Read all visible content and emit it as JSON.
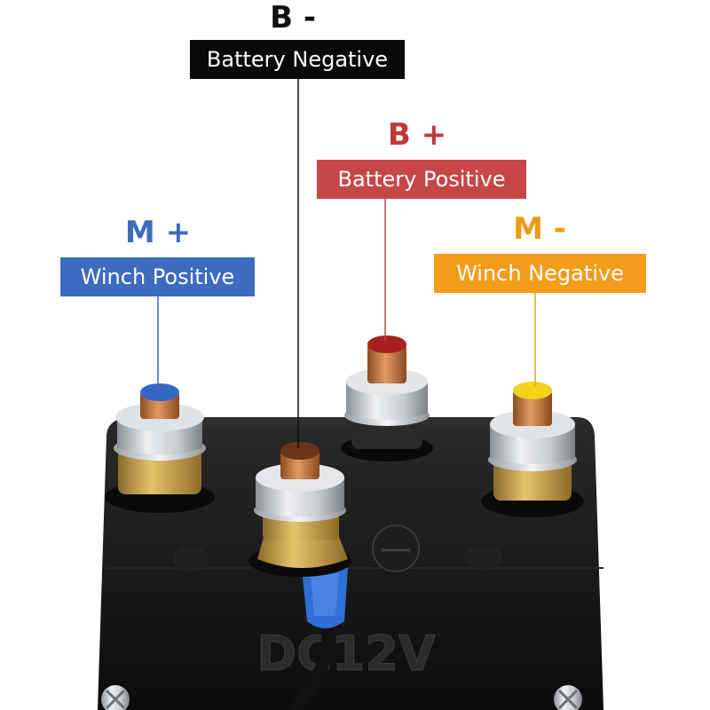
{
  "terminals": [
    {
      "id": "b-neg",
      "symbol": "B -",
      "label": "Battery Negative",
      "color": "#0a0a0a"
    },
    {
      "id": "b-pos",
      "symbol": "B +",
      "label": "Battery Positive",
      "color": "#c74747"
    },
    {
      "id": "m-pos",
      "symbol": "M +",
      "label": "Winch Positive",
      "color": "#3d6bbf"
    },
    {
      "id": "m-neg",
      "symbol": "M -",
      "label": "Winch Negative",
      "color": "#f39c19"
    }
  ],
  "housing_marking": "DC12V",
  "stud_metal_color": "#b8bcc2",
  "copper_color": "#c27a45",
  "brass_color": "#c9a24a",
  "housing_color": "#141414",
  "wire_connector_color": "#2f6fd6"
}
